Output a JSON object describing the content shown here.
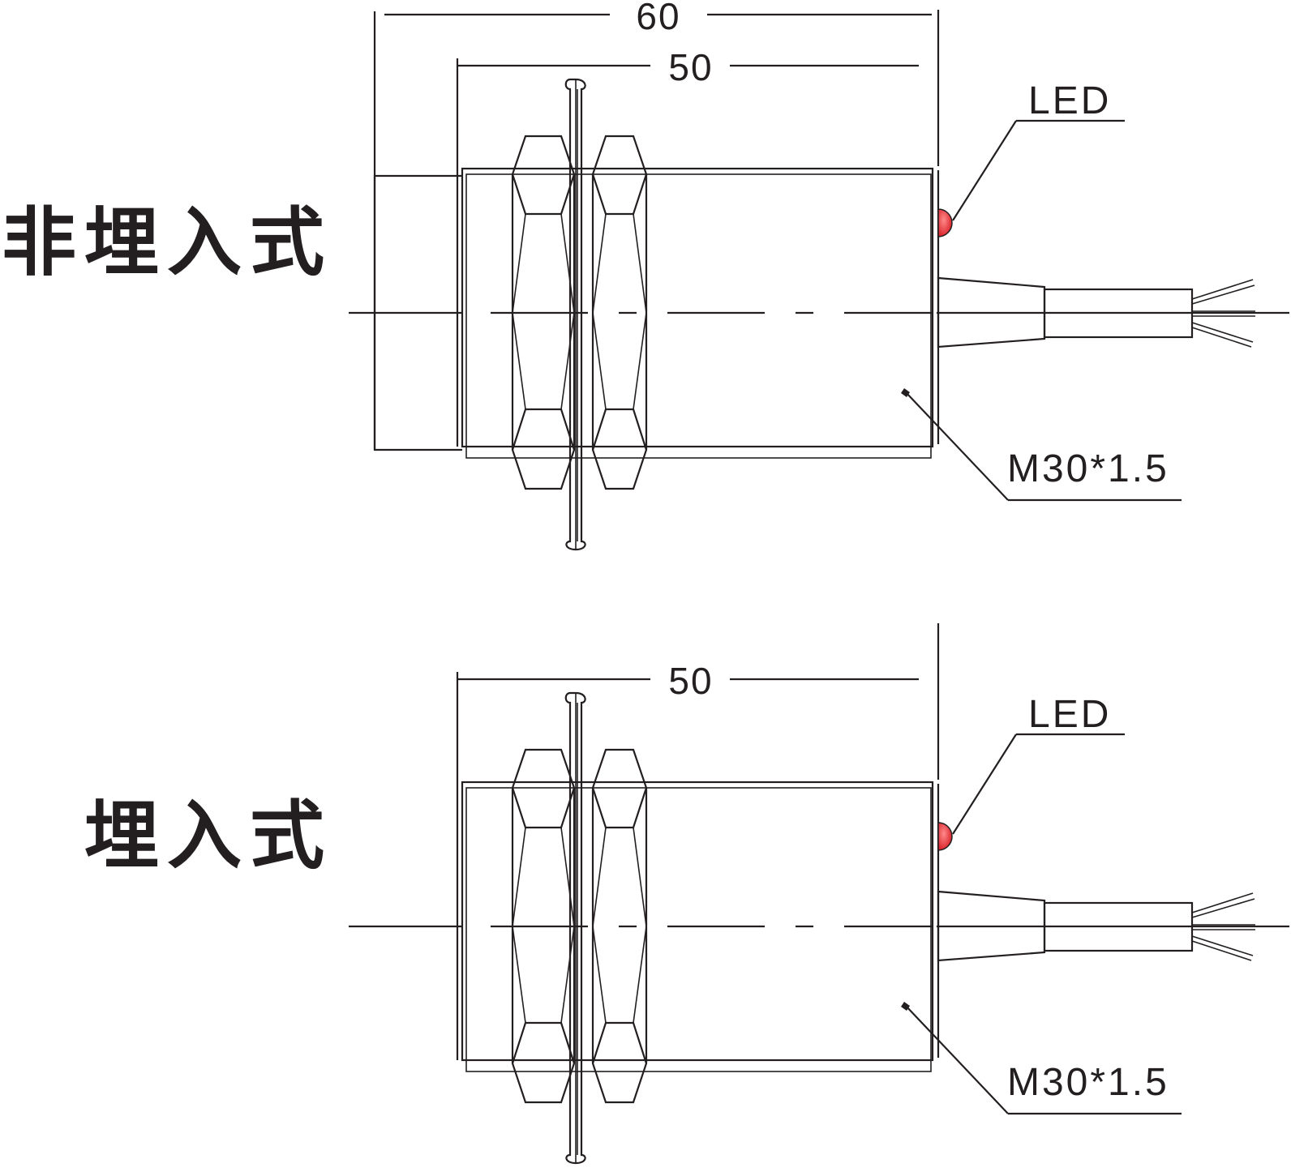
{
  "diagrams": [
    {
      "title": "非埋入式",
      "dims": [
        "60",
        "50"
      ],
      "led_label": "LED",
      "thread_label": "M30*1.5"
    },
    {
      "title": "埋入式",
      "dims": [
        "50"
      ],
      "led_label": "LED",
      "thread_label": "M30*1.5"
    }
  ],
  "colors": {
    "line": "#231f20",
    "led": "#e0242c"
  }
}
